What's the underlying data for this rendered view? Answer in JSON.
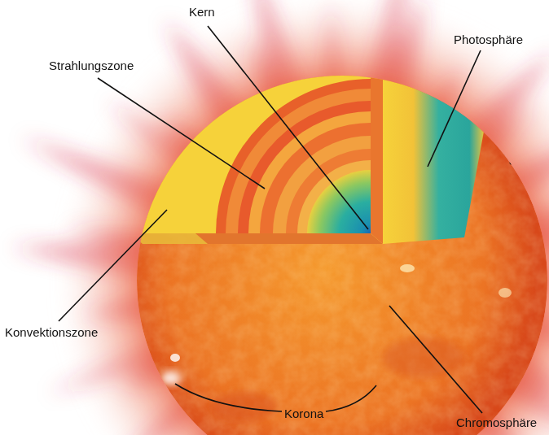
{
  "diagram": {
    "labels": [
      "Kern",
      "Photosphäre",
      "Strahlungszone",
      "Konvektionszone",
      "Korona",
      "Chromosphäre"
    ]
  }
}
